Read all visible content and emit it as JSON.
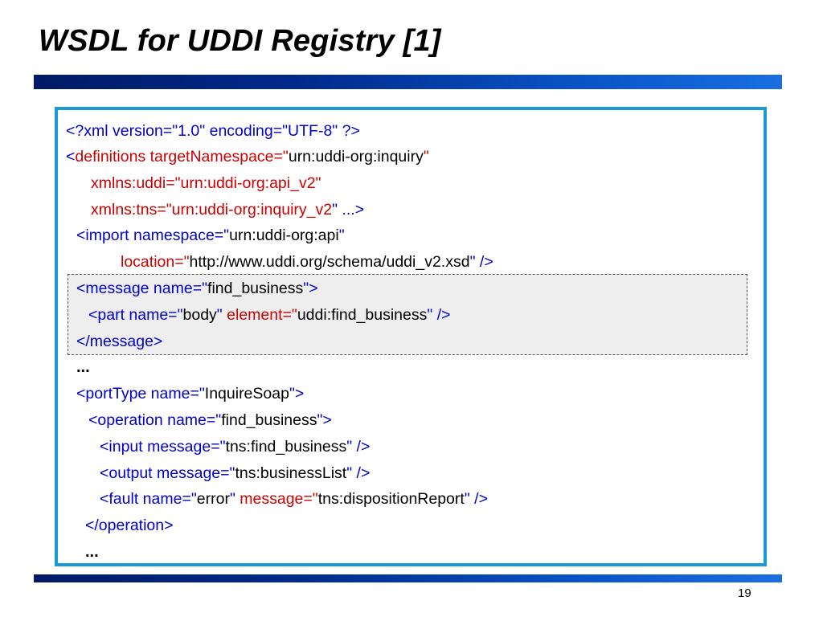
{
  "slide": {
    "title": "WSDL for UDDI Registry [1]",
    "page_number": "19"
  },
  "colors": {
    "tag": "#0000cc",
    "attribute": "#cc0000",
    "value": "#000000",
    "border": "#1a9ad6"
  },
  "code": {
    "l1": "<?xml version=\"1.0\" encoding=\"UTF-8\" ?>",
    "l2": {
      "a": "<",
      "b": "definitions targetNamespace=\"",
      "c": "urn:uddi-org:inquiry",
      "d": "\""
    },
    "l3": {
      "a": "xmlns:uddi=\"urn:uddi-org:api_v2",
      "b": "\""
    },
    "l4": {
      "a": "xmlns:tns=\"urn:uddi-org:inquiry_v2",
      "b": "\" ...>"
    },
    "l5": {
      "a": "<import namespace=\"",
      "b": "urn:uddi-org:api",
      "c": "\""
    },
    "l6": {
      "a": "location=\"",
      "b": "http://www.uddi.org/schema/uddi_v2.xsd",
      "c": "\" />"
    },
    "l7": {
      "a": "<message name=\"",
      "b": "find_business",
      "c": "\">"
    },
    "l8": {
      "a": "<part name=\"",
      "b": "body",
      "c": "\" ",
      "d": "element=\"",
      "e": "uddi:find_business",
      "f": "\" />"
    },
    "l9": "</message>",
    "l10": "...",
    "l11": {
      "a": "<portType name=\"",
      "b": "InquireSoap",
      "c": "\">"
    },
    "l12": {
      "a": "<operation name=\"",
      "b": "find_business",
      "c": "\">"
    },
    "l13": {
      "a": "<input message=\"",
      "b": "tns:find_business",
      "c": "\" />"
    },
    "l14": {
      "a": "<output message=\"",
      "b": "tns:businessList",
      "c": "\" />"
    },
    "l15": {
      "a": "<fault name=\"",
      "b": "error",
      "c": "\" ",
      "d": "message=\"",
      "e": "tns:dispositionReport",
      "f": "\" />"
    },
    "l16": "</operation>",
    "l17": "..."
  }
}
